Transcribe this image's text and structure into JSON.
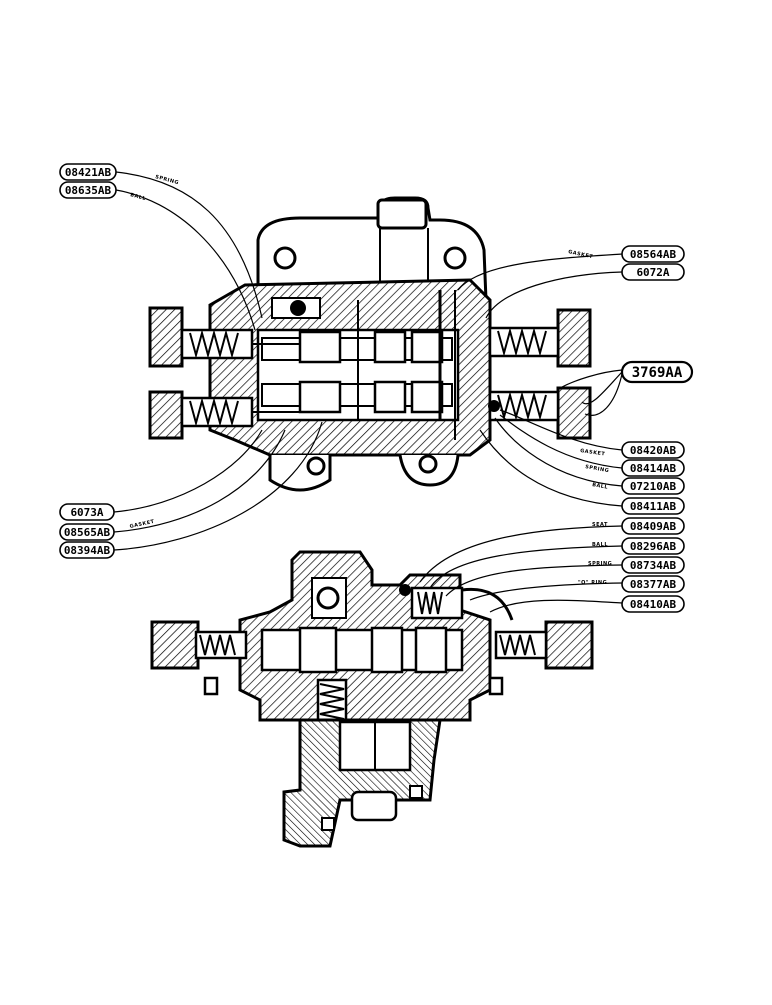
{
  "callouts_top": [
    {
      "part": "08421AB",
      "note": "SPRING"
    },
    {
      "part": "08635AB",
      "note": "BALL"
    },
    {
      "part": "08564AB",
      "note": "GASKET"
    },
    {
      "part": "6072A",
      "note": ""
    },
    {
      "part": "3769AA",
      "note": ""
    },
    {
      "part": "08420AB",
      "note": "GASKET"
    },
    {
      "part": "08414AB",
      "note": "SPRING"
    },
    {
      "part": "07210AB",
      "note": "BALL"
    },
    {
      "part": "08411AB",
      "note": ""
    },
    {
      "part": "6073A",
      "note": ""
    },
    {
      "part": "08565AB",
      "note": "GASKET"
    },
    {
      "part": "08394AB",
      "note": ""
    }
  ],
  "callouts_bottom": [
    {
      "part": "08409AB",
      "note": "SEAT"
    },
    {
      "part": "08296AB",
      "note": "BALL"
    },
    {
      "part": "08734AB",
      "note": "SPRING"
    },
    {
      "part": "08377AB",
      "note": "\"O\" RING"
    },
    {
      "part": "08410AB",
      "note": ""
    }
  ]
}
